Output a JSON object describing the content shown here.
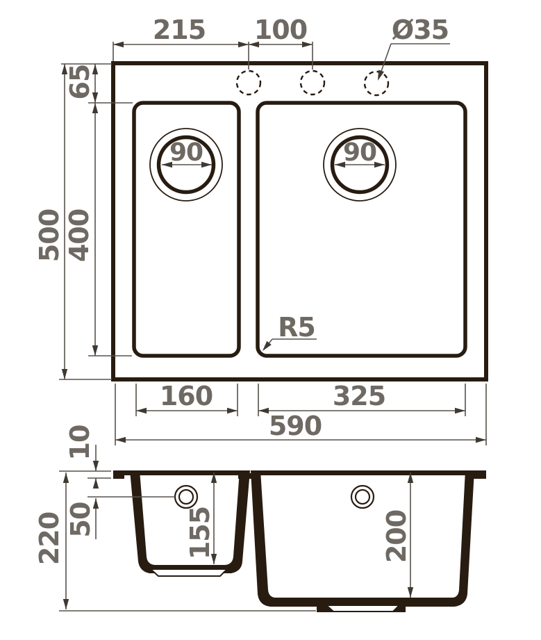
{
  "drawing": {
    "description": "Technical dimension drawing of a one-and-a-half bowl kitchen sink, top view and section view",
    "top_view": {
      "dim_left_to_hole": "215",
      "dim_hole_spacing": "100",
      "dim_hole_diameter": "Ø35",
      "dim_rim_to_bowl": "65",
      "dim_depth_overall": "500",
      "dim_bowl_depth": "400",
      "dim_small_drain": "90",
      "dim_large_drain": "90",
      "dim_corner_radius": "R5",
      "dim_small_bowl_width": "160",
      "dim_large_bowl_width": "325",
      "dim_width_overall": "590"
    },
    "section_view": {
      "dim_rim_height": "10",
      "dim_overflow_depth": "50",
      "dim_height_overall": "220",
      "dim_small_bowl_depth": "155",
      "dim_large_bowl_depth": "200"
    },
    "colors": {
      "outline": "#281c11",
      "dimension_line": "#57514b",
      "dimension_text": "#6e6963",
      "background": "#ffffff"
    }
  }
}
